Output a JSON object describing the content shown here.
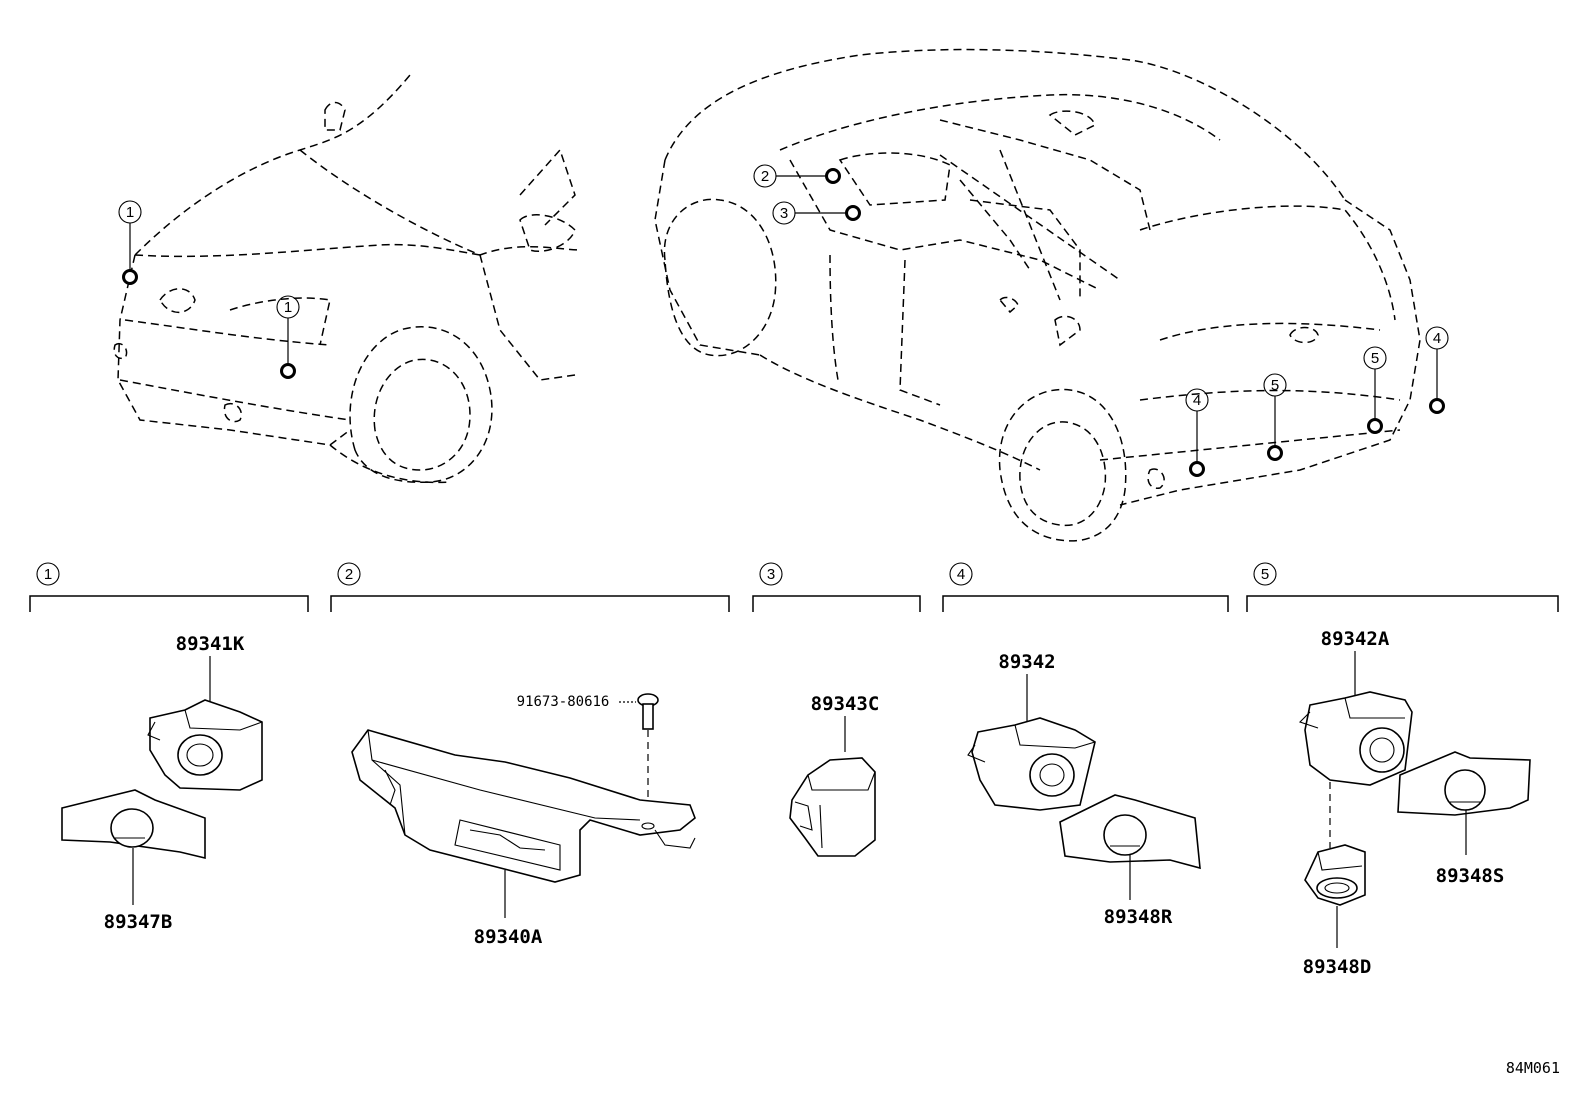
{
  "diagram_code": "84M061",
  "callouts": [
    "1",
    "2",
    "3",
    "4",
    "5"
  ],
  "groups": [
    {
      "id": "1",
      "parts": [
        "89341K",
        "89347B"
      ]
    },
    {
      "id": "2",
      "parts": [
        "91673-80616",
        "89340A"
      ]
    },
    {
      "id": "3",
      "parts": [
        "89343C"
      ]
    },
    {
      "id": "4",
      "parts": [
        "89342",
        "89348R"
      ]
    },
    {
      "id": "5",
      "parts": [
        "89342A",
        "89348S",
        "89348D"
      ]
    }
  ]
}
